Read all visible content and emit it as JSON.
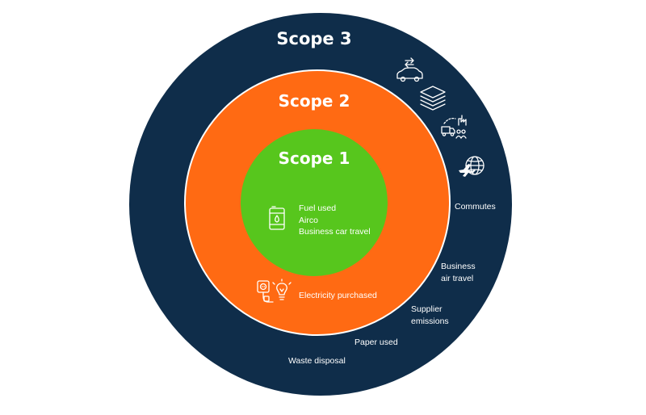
{
  "colors": {
    "scope3": "#0f2d4a",
    "scope2": "#ff6a13",
    "scope1": "#57c61d",
    "ring_border": "#ffffff",
    "text": "#ffffff"
  },
  "scope3": {
    "title": "Scope 3",
    "items": [
      "Commutes",
      "Business",
      "air travel",
      "Supplier",
      "emissions",
      "Paper used",
      "Waste disposal"
    ],
    "icons": [
      "car-swap-icon",
      "paper-stack-icon",
      "supply-chain-icon",
      "plane-globe-icon"
    ]
  },
  "scope2": {
    "title": "Scope 2",
    "item": "Electricity purchased",
    "icons": [
      "socket-plug-icon",
      "light-bulb-icon"
    ]
  },
  "scope1": {
    "title": "Scope 1",
    "items": [
      "Fuel used",
      "Airco",
      "Business car travel"
    ],
    "icons": [
      "fuel-barrel-icon"
    ]
  }
}
